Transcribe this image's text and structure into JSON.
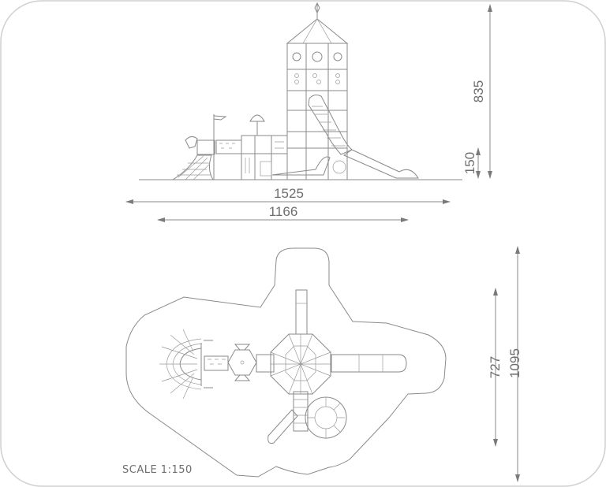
{
  "side_view": {
    "overall_height": "835",
    "platform_height": "150",
    "overall_length": "1525",
    "structure_length": "1166"
  },
  "plan_view": {
    "structure_width": "727",
    "safety_area_width": "1095",
    "scale_label": "SCALE 1:150"
  },
  "colors": {
    "line": "#8a8a8a",
    "text": "#6e6e6e",
    "frame": "#cccccc"
  }
}
